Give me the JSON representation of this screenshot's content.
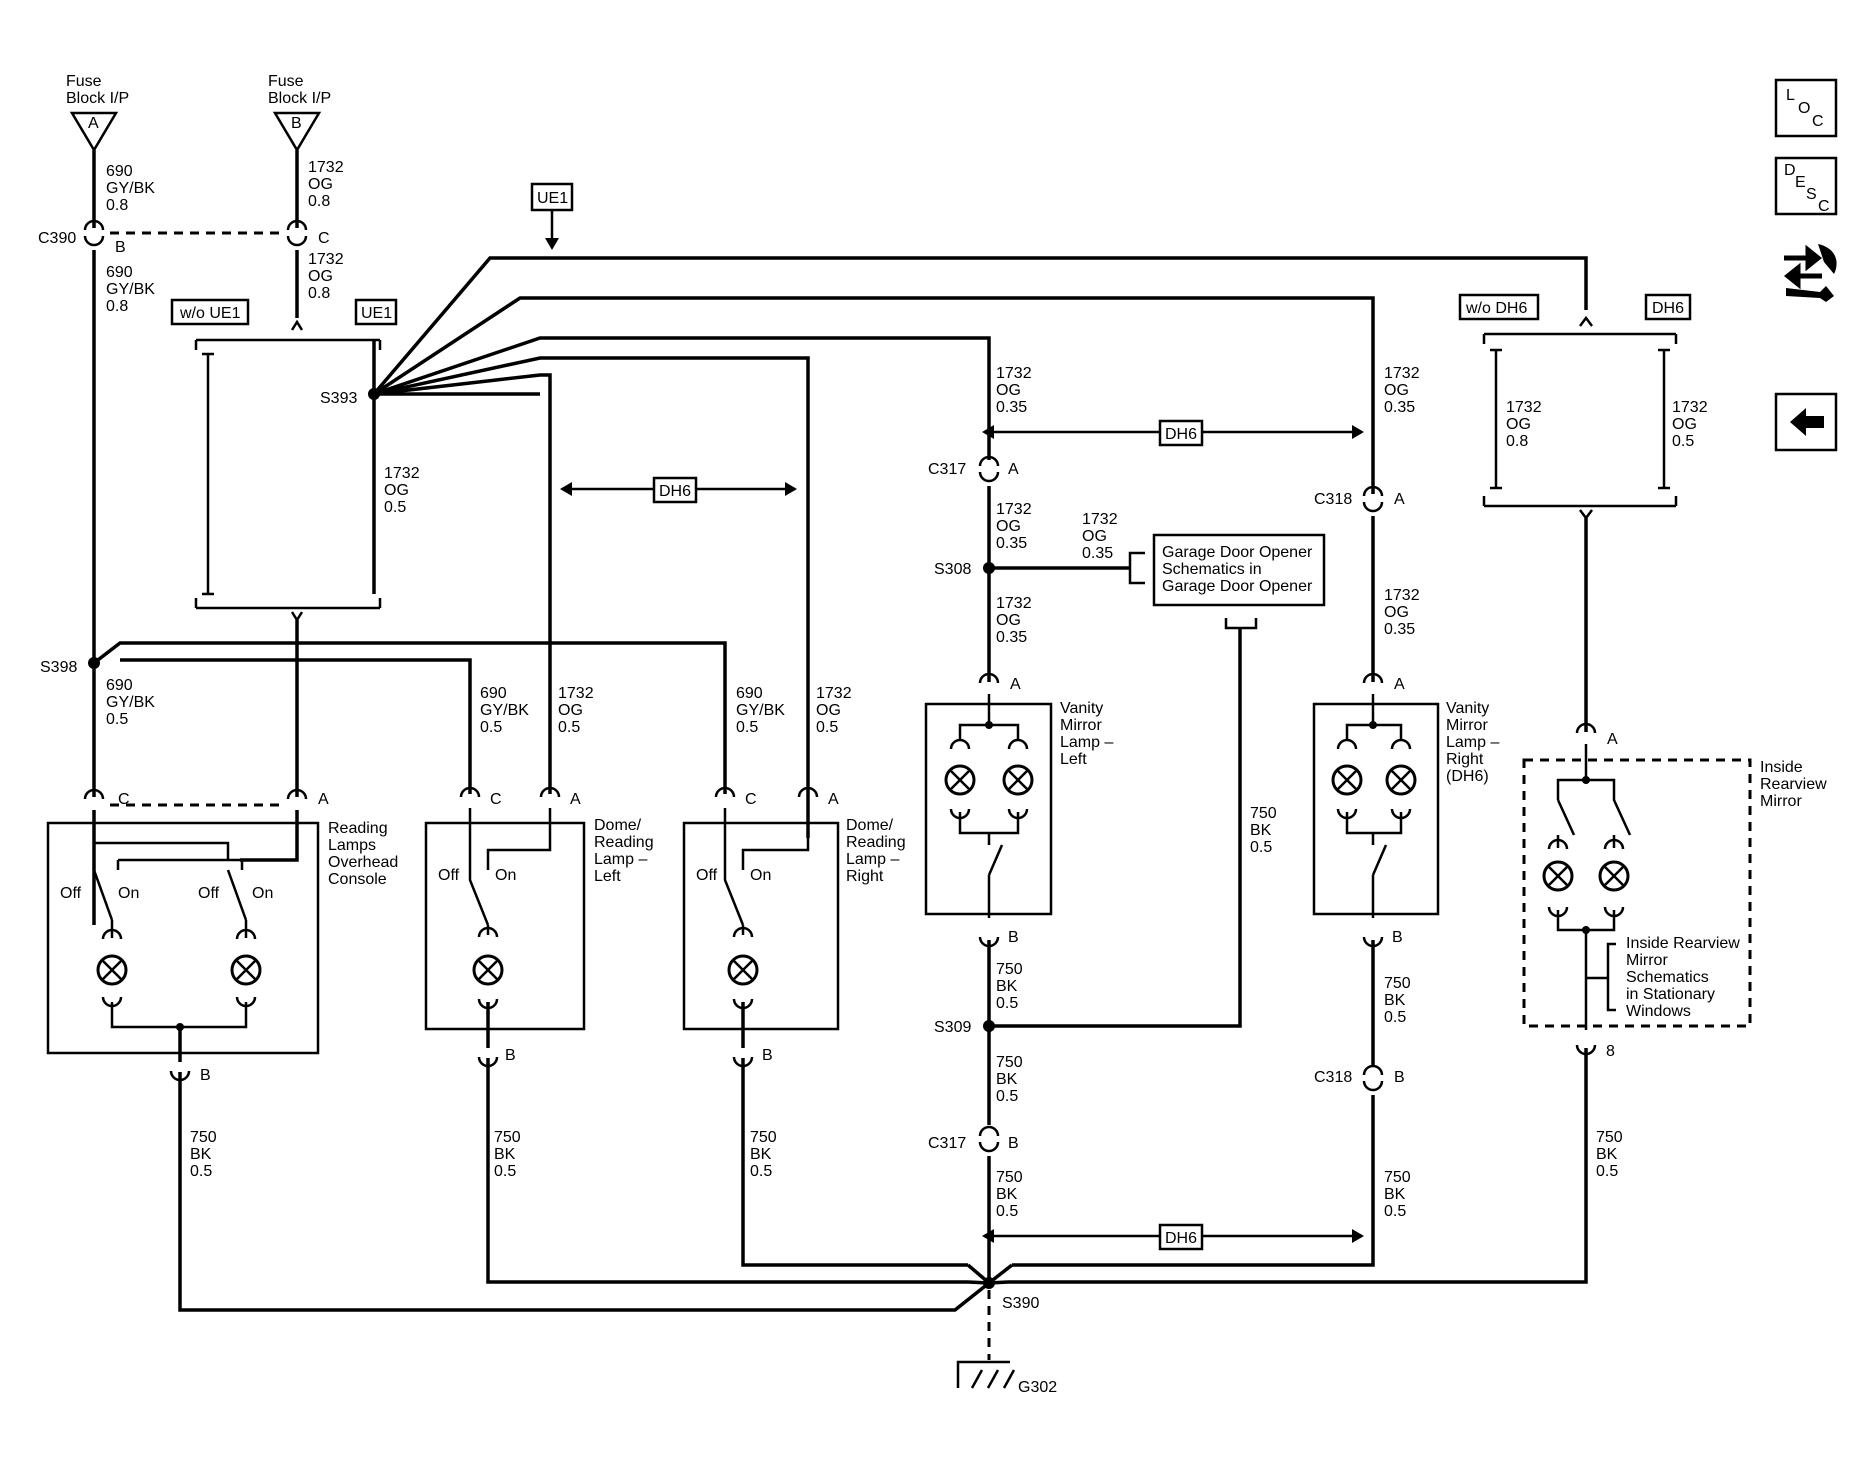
{
  "fuse_a": {
    "line1": "Fuse",
    "line2": "Block I/P",
    "pin": "A"
  },
  "fuse_b": {
    "line1": "Fuse",
    "line2": "Block I/P",
    "pin": "B"
  },
  "wires": {
    "w690_gybk_08": [
      "690",
      "GY/BK",
      "0.8"
    ],
    "w1732_og_08": [
      "1732",
      "OG",
      "0.8"
    ],
    "w1732_og_05": [
      "1732",
      "OG",
      "0.5"
    ],
    "w1732_og_035": [
      "1732",
      "OG",
      "0.35"
    ],
    "w690_gybk_05": [
      "690",
      "GY/BK",
      "0.5"
    ],
    "w750_bk_05": [
      "750",
      "BK",
      "0.5"
    ]
  },
  "connectors": {
    "c390": "C390",
    "c317": "C317",
    "c318": "C318"
  },
  "splices": {
    "s393": "S393",
    "s398": "S398",
    "s308": "S308",
    "s309": "S309",
    "s390": "S390"
  },
  "ground": "G302",
  "pins": {
    "a": "A",
    "b": "B",
    "c": "C",
    "b_alt": "8"
  },
  "options": {
    "ue1": "UE1",
    "wo_ue1": "w/o UE1",
    "dh6": "DH6",
    "wo_dh6": "w/o DH6"
  },
  "switch": {
    "off": "Off",
    "on": "On"
  },
  "components": {
    "reading_lamps": [
      "Reading",
      "Lamps",
      "Overhead",
      "Console"
    ],
    "dome_left": [
      "Dome/",
      "Reading",
      "Lamp –",
      "Left"
    ],
    "dome_right": [
      "Dome/",
      "Reading",
      "Lamp –",
      "Right"
    ],
    "vanity_left": [
      "Vanity",
      "Mirror",
      "Lamp –",
      "Left"
    ],
    "vanity_right": [
      "Vanity",
      "Mirror",
      "Lamp –",
      "Right",
      "(DH6)"
    ],
    "inside_mirror": [
      "Inside",
      "Rearview",
      "Mirror"
    ],
    "garage_door": [
      "Garage Door Opener",
      "Schematics in",
      "Garage Door Opener"
    ],
    "mirror_schem": [
      "Inside Rearview",
      "Mirror",
      "Schematics",
      "in Stationary",
      "Windows"
    ]
  },
  "nav": {
    "loc": [
      "L",
      "O",
      "C"
    ],
    "desc": [
      "D",
      "E",
      "S",
      "C"
    ],
    "back_icon": "arrow-left-icon",
    "swap_icon": "harness-swap-icon"
  }
}
